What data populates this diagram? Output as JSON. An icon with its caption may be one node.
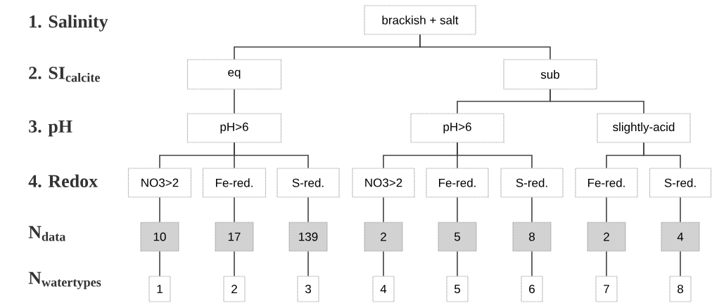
{
  "diagram": {
    "nodes": [
      {
        "text": [
          "brackish + salt"
        ]
      },
      {
        "text": [
          "eq"
        ]
      },
      {
        "text": [
          "sub"
        ]
      },
      {
        "text": [
          "pH>6"
        ]
      },
      {
        "text": [
          "pH>6"
        ]
      },
      {
        "text": [
          "slightly-acid"
        ]
      },
      {
        "text": [
          "NO3>2"
        ]
      },
      {
        "text": [
          "Fe-red."
        ]
      },
      {
        "text": [
          "S-red."
        ]
      },
      {
        "text": [
          "NO3>2"
        ]
      },
      {
        "text": [
          "Fe-red."
        ]
      },
      {
        "text": [
          "S-red."
        ]
      },
      {
        "text": [
          "Fe-red."
        ]
      },
      {
        "text": [
          "S-red."
        ]
      },
      {
        "text": [
          "10"
        ]
      },
      {
        "text": [
          "17"
        ]
      },
      {
        "text": [
          "139"
        ]
      },
      {
        "text": [
          "2"
        ]
      },
      {
        "text": [
          "5"
        ]
      },
      {
        "text": [
          "8"
        ]
      },
      {
        "text": [
          "2"
        ]
      },
      {
        "text": [
          "4"
        ]
      },
      {
        "text": [
          "1"
        ]
      },
      {
        "text": [
          "2"
        ]
      },
      {
        "text": [
          "3"
        ]
      },
      {
        "text": [
          "4"
        ]
      },
      {
        "text": [
          "5"
        ]
      },
      {
        "text": [
          "6"
        ]
      },
      {
        "text": [
          "7"
        ]
      },
      {
        "text": [
          "8"
        ]
      }
    ],
    "edges": [
      {
        "from": 0,
        "to": 1,
        "arrow": "none"
      },
      {
        "from": 0,
        "to": 2,
        "arrow": "none"
      },
      {
        "from": 1,
        "to": 3,
        "arrow": "none"
      },
      {
        "from": 2,
        "to": 4,
        "arrow": "none"
      },
      {
        "from": 2,
        "to": 5,
        "arrow": "none"
      },
      {
        "from": 3,
        "to": 6,
        "arrow": "none"
      },
      {
        "from": 3,
        "to": 7,
        "arrow": "none"
      },
      {
        "from": 3,
        "to": 8,
        "arrow": "none"
      },
      {
        "from": 4,
        "to": 9,
        "arrow": "none"
      },
      {
        "from": 4,
        "to": 10,
        "arrow": "none"
      },
      {
        "from": 4,
        "to": 11,
        "arrow": "none"
      },
      {
        "from": 5,
        "to": 12,
        "arrow": "none"
      },
      {
        "from": 5,
        "to": 13,
        "arrow": "none"
      },
      {
        "from": 6,
        "to": 14,
        "arrow": "none"
      },
      {
        "from": 7,
        "to": 15,
        "arrow": "none"
      },
      {
        "from": 8,
        "to": 16,
        "arrow": "none"
      },
      {
        "from": 9,
        "to": 17,
        "arrow": "none"
      },
      {
        "from": 10,
        "to": 18,
        "arrow": "none"
      },
      {
        "from": 11,
        "to": 19,
        "arrow": "none"
      },
      {
        "from": 12,
        "to": 20,
        "arrow": "none"
      },
      {
        "from": 13,
        "to": 21,
        "arrow": "none"
      },
      {
        "from": 14,
        "to": 22,
        "arrow": "none"
      },
      {
        "from": 15,
        "to": 23,
        "arrow": "none"
      },
      {
        "from": 16,
        "to": 24,
        "arrow": "none"
      },
      {
        "from": 17,
        "to": 25,
        "arrow": "none"
      },
      {
        "from": 18,
        "to": 26,
        "arrow": "none"
      },
      {
        "from": 19,
        "to": 27,
        "arrow": "none"
      },
      {
        "from": 20,
        "to": 28,
        "arrow": "none"
      },
      {
        "from": 21,
        "to": 29,
        "arrow": "none"
      }
    ],
    "labels": [
      "1. Salinity",
      "\\text{2. SI}_{\\text{calcite}}",
      "3. pH",
      "4. Redox",
      "\\text{N}_{\\text{data}}",
      "\\text{N}_{\\text{watertypes}}"
    ]
  }
}
